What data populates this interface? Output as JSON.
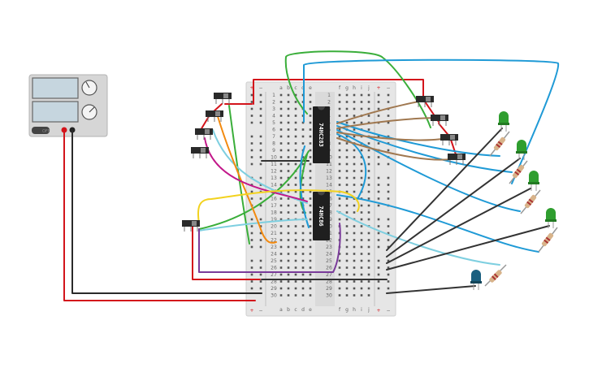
{
  "breadboard": {
    "column_letters_left": [
      "a",
      "b",
      "c",
      "d",
      "e"
    ],
    "column_letters_right": [
      "f",
      "g",
      "h",
      "i",
      "j"
    ],
    "row_count": 30,
    "rail_plus": "+",
    "rail_minus": "−"
  },
  "chips": [
    {
      "id": "u1",
      "label": "74HC283"
    },
    {
      "id": "u2",
      "label": "74HC86"
    }
  ],
  "power_supply": {
    "button_label": "OFF"
  },
  "colors": {
    "red": "#d3141b",
    "black": "#2a2a2a",
    "green": "#3aae3a",
    "blue": "#1f9ad6",
    "lightblue": "#7ecfe0",
    "brown": "#a07850",
    "orange": "#f28a10",
    "yellow": "#f2d21e",
    "magenta": "#c2188a",
    "purple": "#7a3b9a",
    "led_green": "#2f9e2f",
    "led_blue": "#1a5f7f"
  },
  "leds": [
    {
      "name": "led-1",
      "color": "green"
    },
    {
      "name": "led-2",
      "color": "green"
    },
    {
      "name": "led-3",
      "color": "green"
    },
    {
      "name": "led-4",
      "color": "green"
    },
    {
      "name": "led-5",
      "color": "blue"
    }
  ]
}
